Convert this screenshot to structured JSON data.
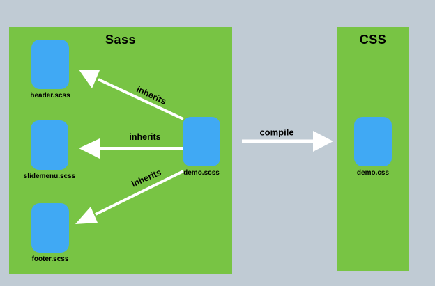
{
  "colors": {
    "background": "#c0cbd4",
    "panel_green": "#78c444",
    "node_blue": "#40a9f4",
    "arrow": "#ffffff",
    "text": "#000000"
  },
  "sass_panel": {
    "title": "Sass",
    "nodes": [
      {
        "label": "header.scss"
      },
      {
        "label": "slidemenu.scss"
      },
      {
        "label": "footer.scss"
      },
      {
        "label": "demo.scss"
      }
    ]
  },
  "css_panel": {
    "title": "CSS",
    "nodes": [
      {
        "label": "demo.css"
      }
    ]
  },
  "edges": [
    {
      "from": "demo.scss",
      "to": "header.scss",
      "label": "inherits"
    },
    {
      "from": "demo.scss",
      "to": "slidemenu.scss",
      "label": "inherits"
    },
    {
      "from": "demo.scss",
      "to": "footer.scss",
      "label": "inherits"
    },
    {
      "from": "Sass",
      "to": "CSS",
      "label": "compile"
    }
  ]
}
